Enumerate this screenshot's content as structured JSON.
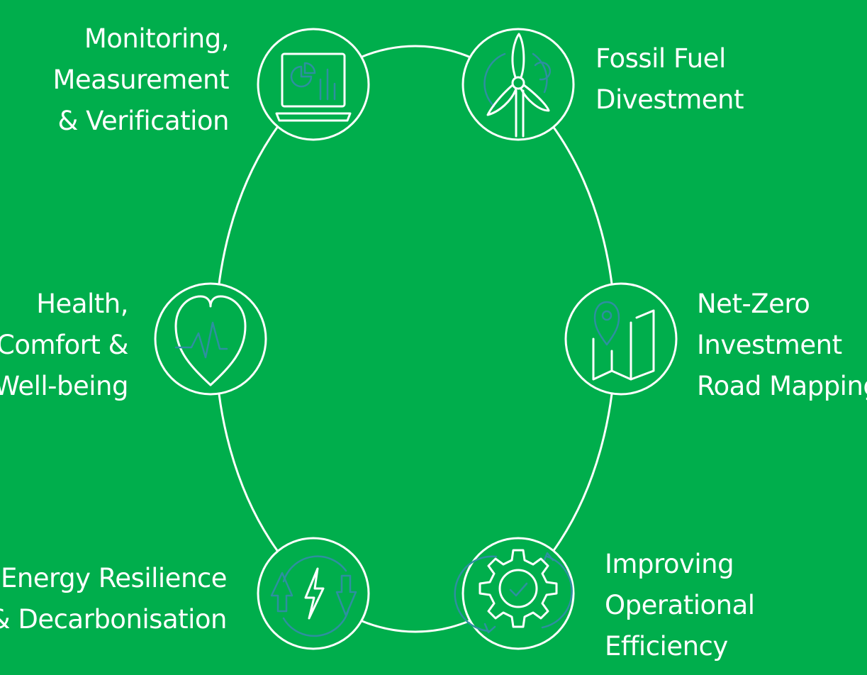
{
  "colors": {
    "background": "#00AE4C",
    "ring": "#FFFFFF",
    "icon_line": "#FFFFFF",
    "icon_accent": "#2E8FA0"
  },
  "nodes": [
    {
      "id": "mmv",
      "icon": "laptop-dashboard-icon",
      "lines": [
        "Monitoring,",
        "Measurement",
        "& Verification"
      ]
    },
    {
      "id": "ffd",
      "icon": "wind-turbine-icon",
      "lines": [
        "Fossil Fuel",
        "Divestment"
      ]
    },
    {
      "id": "hcw",
      "icon": "heart-pulse-icon",
      "lines": [
        "Health,",
        "Comfort &",
        "Well-being"
      ]
    },
    {
      "id": "nzi",
      "icon": "map-pin-icon",
      "lines": [
        "Net-Zero",
        "Investment",
        "Road Mapping"
      ]
    },
    {
      "id": "erd",
      "icon": "energy-cycle-icon",
      "lines": [
        "Energy Resilience",
        "& Decarbonisation"
      ]
    },
    {
      "id": "ioe",
      "icon": "gear-check-icon",
      "lines": [
        "Improving",
        "Operational",
        "Efficiency"
      ]
    }
  ]
}
